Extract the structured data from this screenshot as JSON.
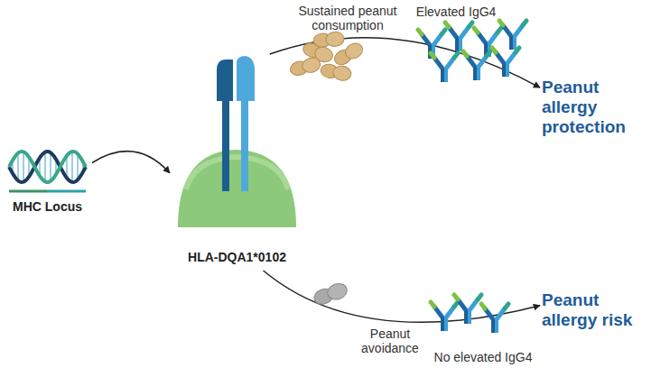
{
  "diagram": {
    "nodes": [
      {
        "text": [
          "MHC Locus"
        ]
      },
      {
        "text": [
          "HLA-DQA1*0102"
        ]
      },
      {
        "text": [
          "Peanut allergy protection"
        ]
      },
      {
        "text": [
          "Peanut allergy risk"
        ]
      }
    ],
    "edges": [
      {
        "from": 0,
        "to": 1,
        "arrow": "to"
      },
      {
        "from": 1,
        "to": 2,
        "arrow": "to"
      },
      {
        "from": 1,
        "to": 3,
        "arrow": "to"
      }
    ],
    "labels": [
      "Sustained peanut consumption",
      "Elevated IgG4",
      "Peanut avoidance",
      "No elevated IgG4"
    ]
  }
}
